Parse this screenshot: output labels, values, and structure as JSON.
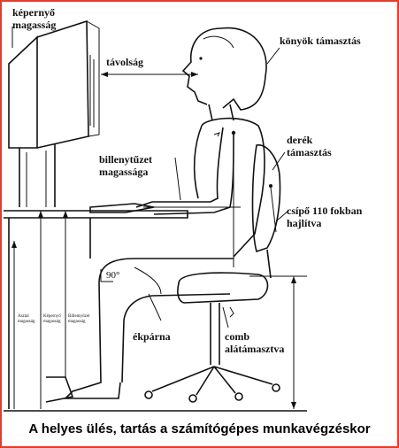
{
  "labels": {
    "screen_height": [
      "képernyő",
      "magasság"
    ],
    "distance": "távolság",
    "elbow_rest": "könyök támasztás",
    "keyboard_height": [
      "billenytűzet",
      "magassága"
    ],
    "lumbar_support": [
      "derék",
      "támasztás"
    ],
    "hip": [
      "csípő 110 fokban",
      "hajlítva"
    ],
    "angle": "90°",
    "shin_pad": "ékpárna",
    "thigh_support": [
      "comb",
      "alátámasztva"
    ],
    "vert_desk": [
      "Asztal",
      "magasság"
    ],
    "vert_screen": [
      "Képernyő",
      "magasság"
    ],
    "vert_keyboard": [
      "Billentyűzet",
      "magasság"
    ]
  },
  "caption": "A helyes ülés, tartás a számítógépes munkavégzéskor",
  "colors": {
    "frame": "#e53a2d",
    "ink": "#111111"
  }
}
